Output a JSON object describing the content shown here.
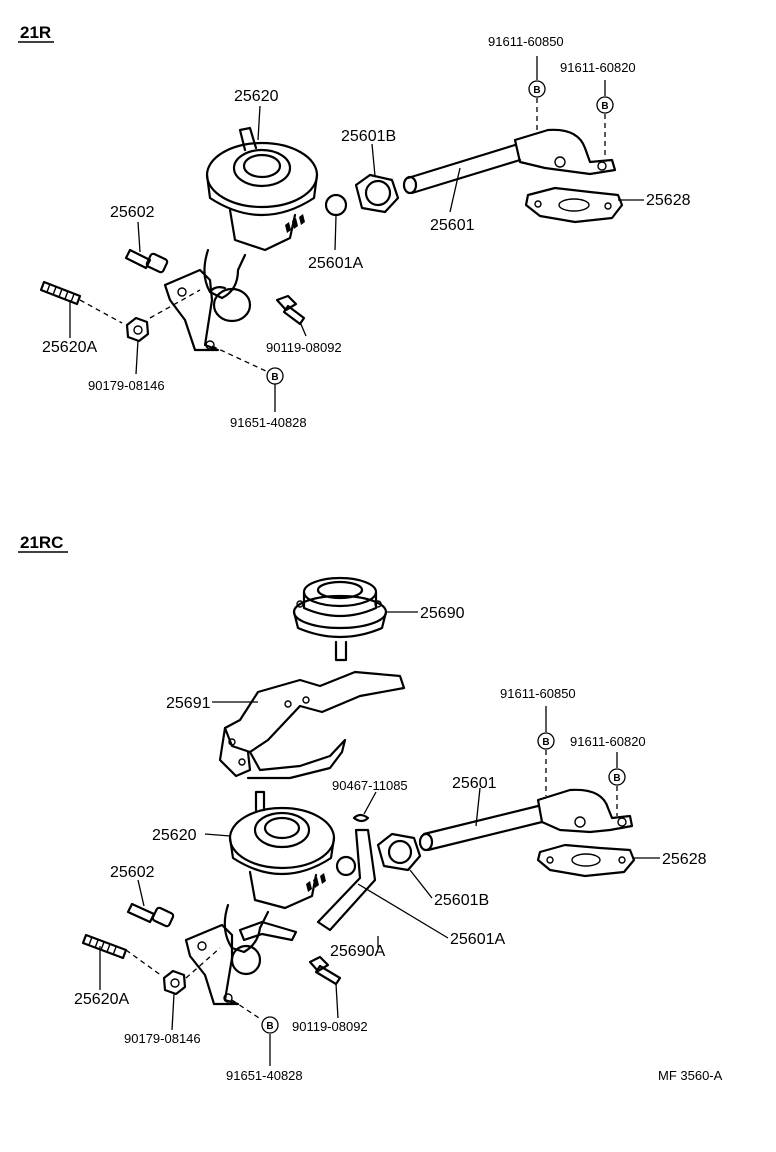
{
  "sections": {
    "upper": {
      "title": "21R",
      "labels": {
        "egr_valve": "25620",
        "union_nut": "25601B",
        "pipe": "25601",
        "gasket": "25628",
        "union_bolt": "25602",
        "sleeve": "25601A",
        "stud": "25620A",
        "nut": "90179-08146",
        "bolt": "90119-08092",
        "bracket_bolt": "91651-40828",
        "flange_bolt_1": "91611-60850",
        "flange_bolt_2": "91611-60820"
      },
      "marks": [
        "B",
        "B",
        "B"
      ]
    },
    "lower": {
      "title": "21RC",
      "labels": {
        "modulator": "25690",
        "bracket": "25691",
        "egr_valve": "25620",
        "union_bolt": "25602",
        "clip": "90467-11085",
        "pipe": "25601",
        "gasket": "25628",
        "union_nut": "25601B",
        "hose": "25690A",
        "sleeve": "25601A",
        "stud": "25620A",
        "nut": "90179-08146",
        "bolt": "90119-08092",
        "bracket_bolt": "91651-40828",
        "flange_bolt_1": "91611-60850",
        "flange_bolt_2": "91611-60820"
      },
      "marks": [
        "B",
        "B",
        "B"
      ]
    }
  },
  "footer": {
    "ref_code": "MF 3560-A"
  }
}
